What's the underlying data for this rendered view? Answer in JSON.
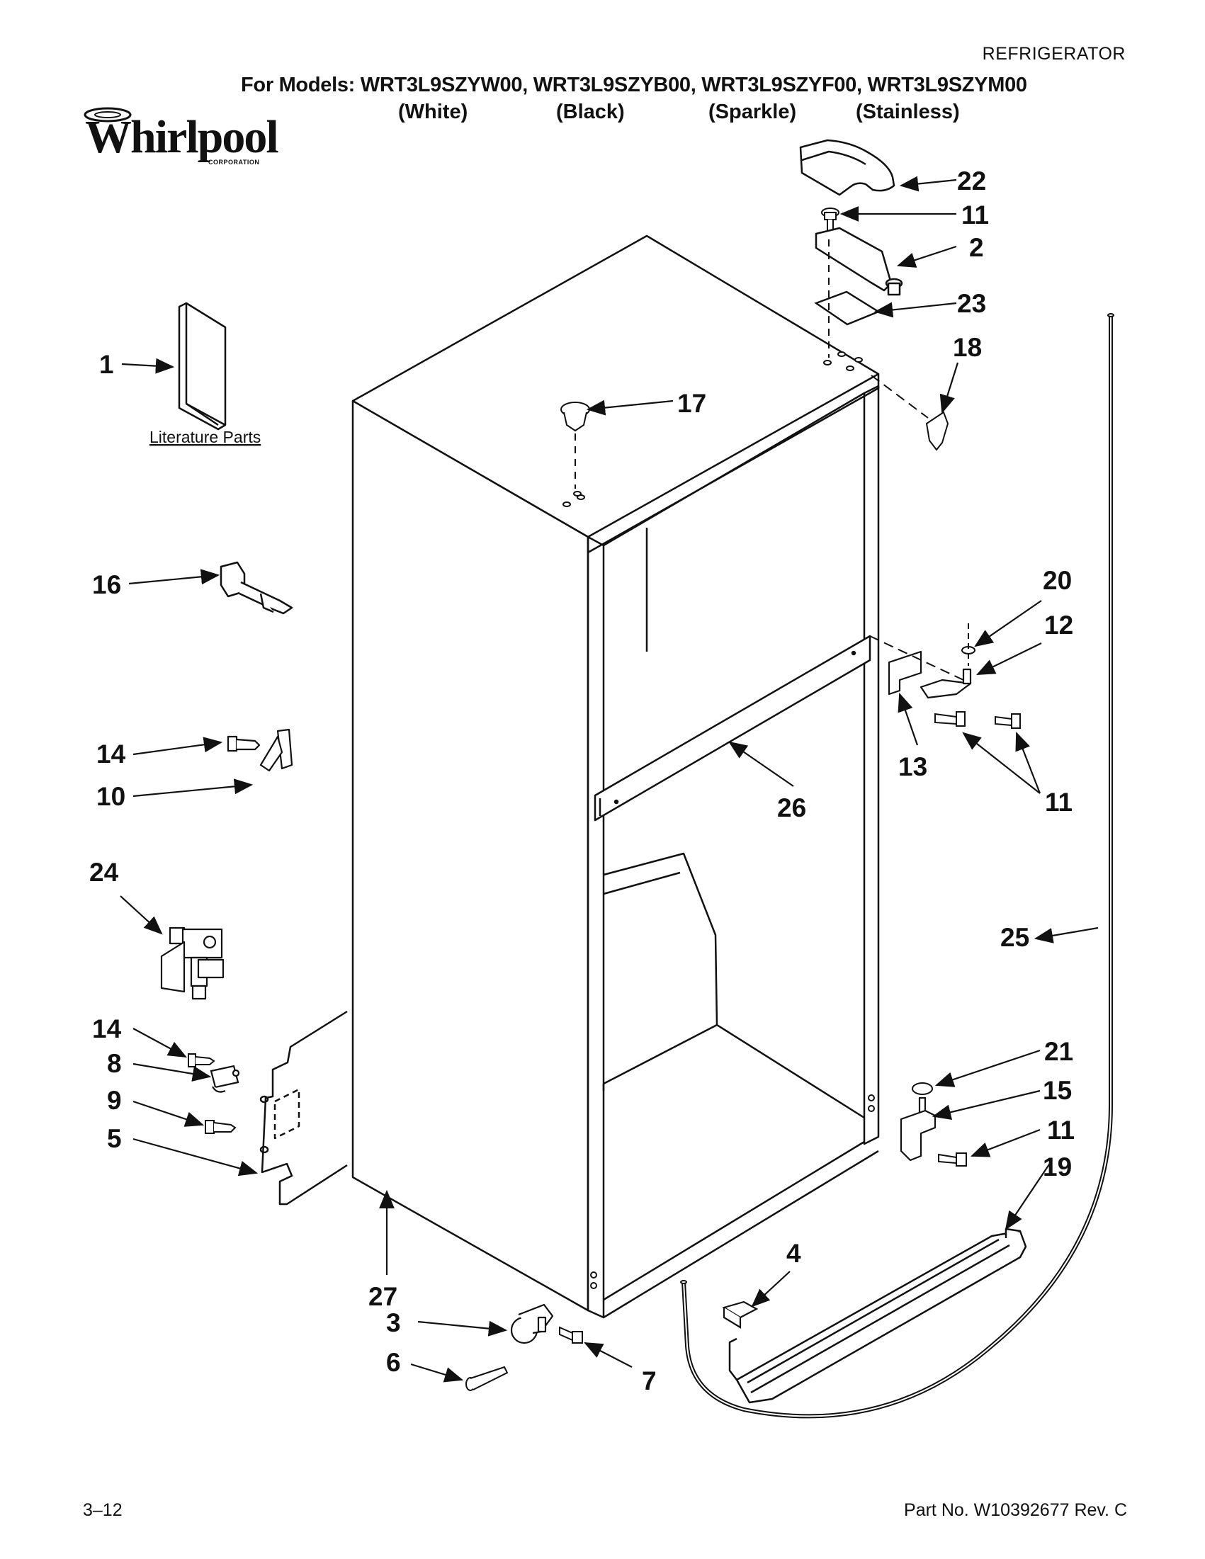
{
  "header": {
    "category": "REFRIGERATOR",
    "models_line": "For Models: WRT3L9SZYW00, WRT3L9SZYB00, WRT3L9SZYF00, WRT3L9SZYM00",
    "colors": [
      "(White)",
      "(Black)",
      "(Sparkle)",
      "(Stainless)"
    ]
  },
  "brand": {
    "name": "Whirlpool",
    "tagline": "CORPORATION"
  },
  "literature_label": "Literature Parts",
  "callouts": {
    "c1": "1",
    "c2": "2",
    "c3": "3",
    "c4": "4",
    "c5": "5",
    "c6": "6",
    "c7": "7",
    "c8": "8",
    "c9": "9",
    "c10": "10",
    "c11a": "11",
    "c11b": "11",
    "c11c": "11",
    "c12": "12",
    "c13": "13",
    "c14a": "14",
    "c14b": "14",
    "c15": "15",
    "c16": "16",
    "c17": "17",
    "c18": "18",
    "c19": "19",
    "c20": "20",
    "c21": "21",
    "c22": "22",
    "c23": "23",
    "c24": "24",
    "c25": "25",
    "c26": "26",
    "c27": "27"
  },
  "footer": {
    "page": "3–12",
    "part_no": "Part No. W10392677 Rev. C"
  }
}
